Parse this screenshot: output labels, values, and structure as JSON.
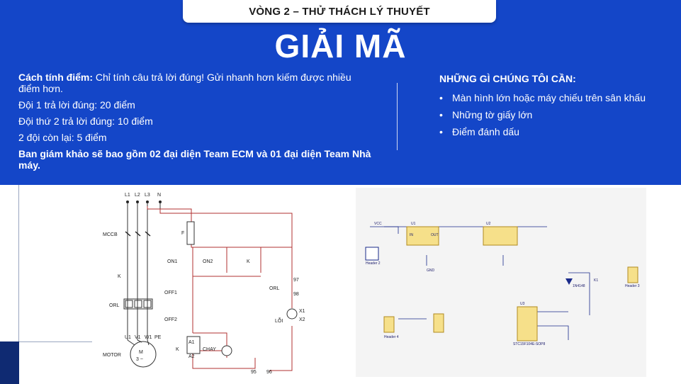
{
  "header": {
    "round_label": "VÒNG 2 – THỬ THÁCH LÝ THUYẾT",
    "title": "GIẢI MÃ"
  },
  "scoring": {
    "label": "Cách tính điểm:",
    "text": " Chỉ tính câu trả lời đúng! Gửi nhanh hơn kiếm được nhiều điểm hơn.",
    "team1": "Đội 1 trả lời đúng: 20 điểm",
    "team2": "Đội thứ 2 trả lời đúng: 10 điểm",
    "others": "2 đội còn lại: 5 điểm",
    "jury": "Ban giám khảo sẽ bao gồm 02 đại diện Team ECM và 01 đại diện Team Nhà máy."
  },
  "needs": {
    "heading": "NHỮNG GÌ CHÚNG TÔI CẦN:",
    "items": [
      "Màn hình lớn hoặc máy chiếu trên sân khấu",
      "Những tờ giấy lớn",
      "Điểm đánh dấu"
    ]
  },
  "motor_circuit": {
    "phases": [
      "L1",
      "L2",
      "L3",
      "N"
    ],
    "labels": {
      "mccb": "MCCB",
      "k": "K",
      "orl": "ORL",
      "motor": "MOTOR",
      "on1": "ON1",
      "on2": "ON2",
      "k2": "K",
      "off1": "OFF1",
      "off2": "OFF2",
      "k_coil": "K",
      "chay": "CHAY",
      "orl2": "ORL",
      "loi": "LỖI",
      "f": "F",
      "u1": "U1",
      "v1": "V1",
      "w1": "W1",
      "pe": "PE",
      "m": "M",
      "three_phase": "3 ~",
      "a1": "A1",
      "a2": "A2",
      "x1": "X1",
      "x2": "X2",
      "n97": "97",
      "n98": "98",
      "n95": "95",
      "n96": "96"
    }
  },
  "pcb_schematic": {
    "labels": {
      "u1": "U1",
      "u2": "U2",
      "u3": "U3",
      "in": "IN",
      "out": "OUT",
      "vcc": "VCC",
      "gnd": "GND",
      "j1": "Header 2",
      "j2": "Header 4",
      "j3": "Header 3",
      "ic": "STC15F104E-SOP8",
      "d1": "1N4148",
      "k1": "K1"
    }
  }
}
